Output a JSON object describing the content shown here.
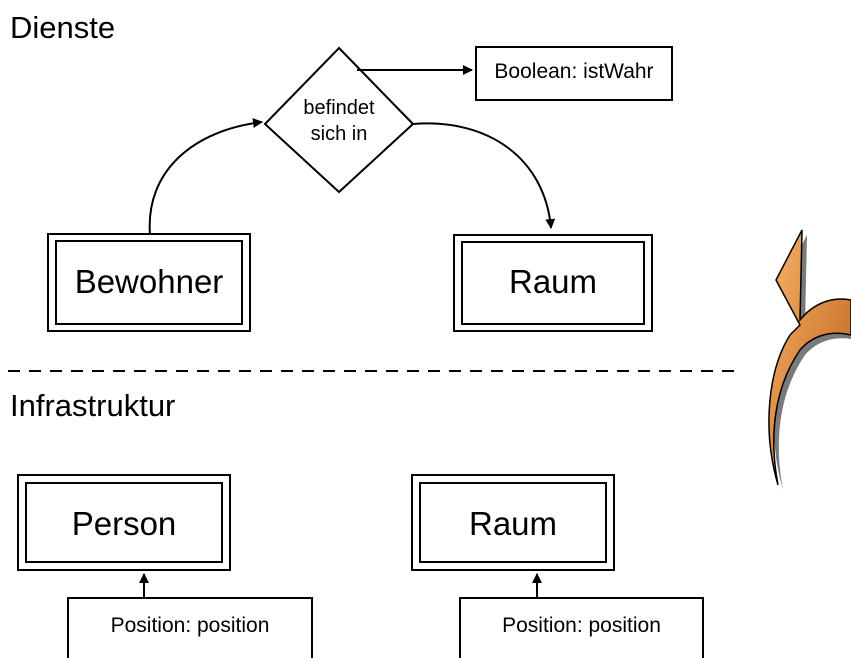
{
  "layers": {
    "top": "Dienste",
    "bottom": "Infrastruktur"
  },
  "services": {
    "decision_line1": "befindet",
    "decision_line2": "sich in",
    "result": "Boolean: istWahr",
    "entity_left": "Bewohner",
    "entity_right": "Raum"
  },
  "infrastructure": {
    "entity_left": "Person",
    "entity_right": "Raum",
    "attr_left": "Position: position",
    "attr_right": "Position: position"
  },
  "colors": {
    "stroke": "#000000",
    "arrow_fill_light": "#f7a85a",
    "arrow_fill_dark": "#c0661a",
    "arrow_shadow": "#7a7a7a"
  },
  "icons": {
    "transform_arrow": "curved-up-arrow-icon"
  }
}
